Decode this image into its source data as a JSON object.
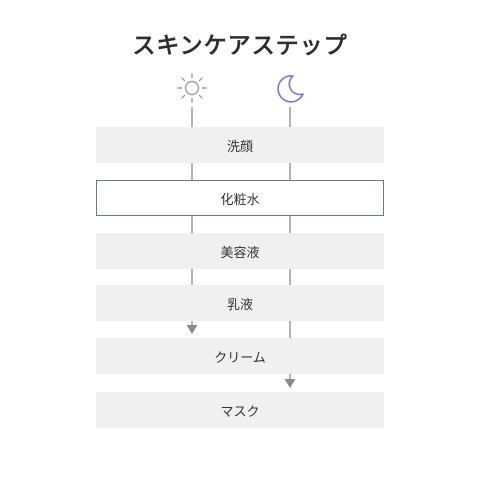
{
  "title": "スキンケアステップ",
  "columns": [
    {
      "icon": "sun-icon",
      "color": "#9a9aaa"
    },
    {
      "icon": "moon-icon",
      "color": "#7b76c4"
    }
  ],
  "steps": [
    {
      "label": "洗顔",
      "highlighted": false
    },
    {
      "label": "化粧水",
      "highlighted": true
    },
    {
      "label": "美容液",
      "highlighted": false
    },
    {
      "label": "乳液",
      "highlighted": false
    },
    {
      "label": "クリーム",
      "highlighted": false
    },
    {
      "label": "マスク",
      "highlighted": false
    }
  ],
  "colors": {
    "line": "#9a9a9a",
    "arrow": "#8a8a8a",
    "step_bg": "#f0f0f0",
    "highlight_border": "#6e7580"
  }
}
